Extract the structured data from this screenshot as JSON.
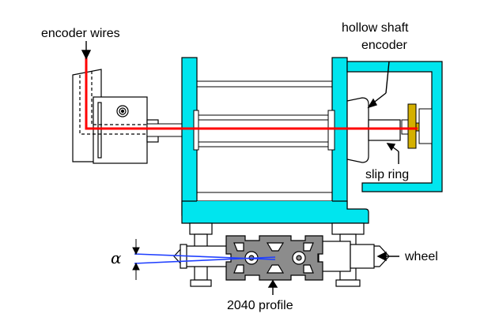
{
  "labels": {
    "encoder_wires": "encoder wires",
    "hollow_shaft_line1": "hollow shaft",
    "hollow_shaft_line2": "encoder",
    "slip_ring": "slip ring",
    "wheel": "wheel",
    "profile": "2040 profile",
    "angle": "α"
  },
  "colors": {
    "frame": "#00e5ee",
    "wire": "#ff0000",
    "slip_ring": "#d4b000",
    "profile": "#8c8c8c",
    "angle_lines": "#1f3fff",
    "outline": "#000000"
  }
}
